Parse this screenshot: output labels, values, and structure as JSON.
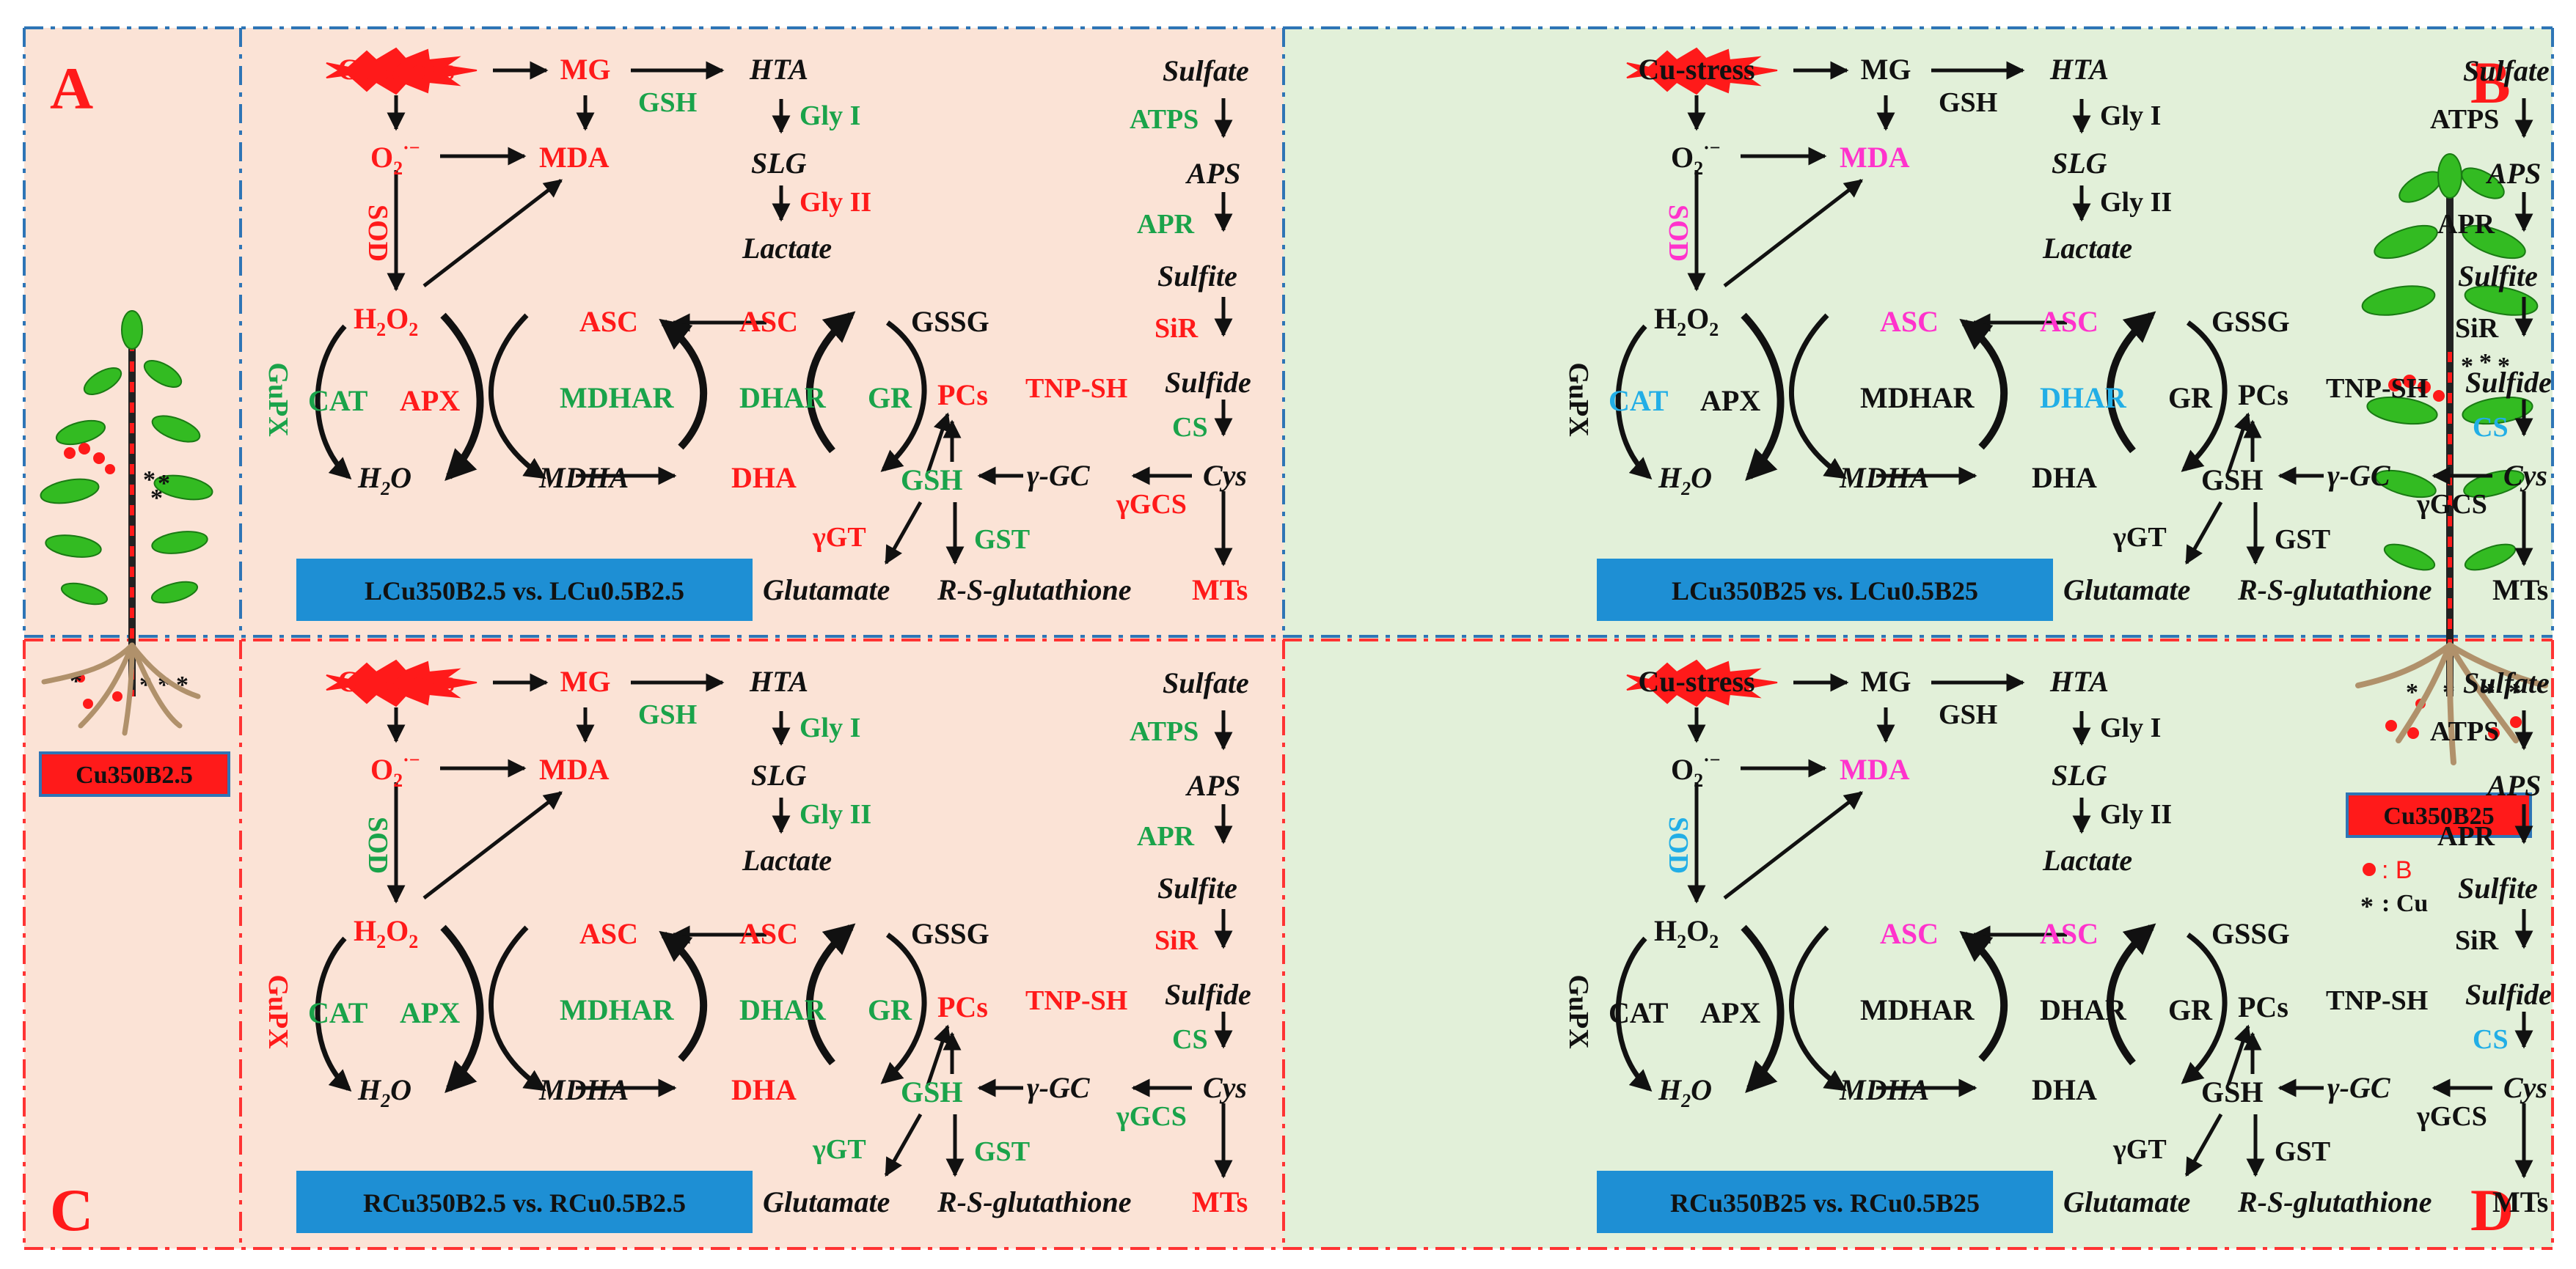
{
  "colors": {
    "red": "#ff1a1a",
    "green": "#1aa34a",
    "black": "#111111",
    "magenta": "#ff33cc",
    "cyan": "#22aee6",
    "bg_salmon": "#fbe3d6",
    "bg_green": "#e2f0d9",
    "label_blue": "#1e8fd4",
    "border_blue": "#2e75b6",
    "border_red": "#ff3333"
  },
  "legend": {
    "b": ": B",
    "cu": ": Cu"
  },
  "side_labels": {
    "left": "Cu350B2.5",
    "right": "Cu350B25"
  },
  "panels": [
    {
      "letter": "A",
      "comparison": "LCu350B2.5 vs. LCu0.5B2.5",
      "cols": {
        "custress": "red",
        "MG": "red",
        "GSH_MG": "green",
        "HTA": "black",
        "GlyI": "green",
        "SLG": "black",
        "GlyII": "red",
        "Lactate": "black",
        "O2": "red",
        "MDA": "red",
        "SOD": "red",
        "H2O2": "red",
        "GuPX": "green",
        "CAT": "green",
        "APX": "red",
        "H2O": "black",
        "ASC1": "red",
        "ASC2": "red",
        "MDHAR": "green",
        "DHAR": "green",
        "GR": "green",
        "MDHA": "black",
        "DHA": "red",
        "GSSG": "black",
        "PCs": "red",
        "GSH": "green",
        "gammaGC": "black",
        "gammaGT": "red",
        "GST": "green",
        "Glutamate": "black",
        "RSglut": "black",
        "Sulfate": "black",
        "ATPS": "green",
        "APS": "black",
        "APR": "green",
        "Sulfite": "black",
        "SiR": "red",
        "Sulfide": "black",
        "TNPSH": "red",
        "CS": "green",
        "Cys": "black",
        "gammaGCS": "red",
        "MTs": "red"
      }
    },
    {
      "letter": "B",
      "comparison": "LCu350B25 vs. LCu0.5B25",
      "cols": {
        "custress": "black",
        "MG": "black",
        "GSH_MG": "black",
        "HTA": "black",
        "GlyI": "black",
        "SLG": "black",
        "GlyII": "black",
        "Lactate": "black",
        "O2": "black",
        "MDA": "magenta",
        "SOD": "magenta",
        "H2O2": "black",
        "GuPX": "black",
        "CAT": "cyan",
        "APX": "black",
        "H2O": "black",
        "ASC1": "magenta",
        "ASC2": "magenta",
        "MDHAR": "black",
        "DHAR": "cyan",
        "GR": "black",
        "MDHA": "black",
        "DHA": "black",
        "GSSG": "black",
        "PCs": "black",
        "GSH": "black",
        "gammaGC": "black",
        "gammaGT": "black",
        "GST": "black",
        "Glutamate": "black",
        "RSglut": "black",
        "Sulfate": "black",
        "ATPS": "black",
        "APS": "black",
        "APR": "black",
        "Sulfite": "black",
        "SiR": "black",
        "Sulfide": "black",
        "TNPSH": "black",
        "CS": "cyan",
        "Cys": "black",
        "gammaGCS": "black",
        "MTs": "black"
      }
    },
    {
      "letter": "C",
      "comparison": "RCu350B2.5 vs. RCu0.5B2.5",
      "cols": {
        "custress": "red",
        "MG": "red",
        "GSH_MG": "green",
        "HTA": "black",
        "GlyI": "green",
        "SLG": "black",
        "GlyII": "green",
        "Lactate": "black",
        "O2": "red",
        "MDA": "red",
        "SOD": "green",
        "H2O2": "red",
        "GuPX": "red",
        "CAT": "green",
        "APX": "green",
        "H2O": "black",
        "ASC1": "red",
        "ASC2": "red",
        "MDHAR": "green",
        "DHAR": "green",
        "GR": "green",
        "MDHA": "black",
        "DHA": "red",
        "GSSG": "black",
        "PCs": "red",
        "GSH": "green",
        "gammaGC": "black",
        "gammaGT": "green",
        "GST": "green",
        "Glutamate": "black",
        "RSglut": "black",
        "Sulfate": "black",
        "ATPS": "green",
        "APS": "black",
        "APR": "green",
        "Sulfite": "black",
        "SiR": "red",
        "Sulfide": "black",
        "TNPSH": "red",
        "CS": "green",
        "Cys": "black",
        "gammaGCS": "green",
        "MTs": "red"
      }
    },
    {
      "letter": "D",
      "comparison": "RCu350B25 vs. RCu0.5B25",
      "cols": {
        "custress": "black",
        "MG": "black",
        "GSH_MG": "black",
        "HTA": "black",
        "GlyI": "black",
        "SLG": "black",
        "GlyII": "black",
        "Lactate": "black",
        "O2": "black",
        "MDA": "magenta",
        "SOD": "cyan",
        "H2O2": "black",
        "GuPX": "black",
        "CAT": "black",
        "APX": "black",
        "H2O": "black",
        "ASC1": "magenta",
        "ASC2": "magenta",
        "MDHAR": "black",
        "DHAR": "black",
        "GR": "black",
        "MDHA": "black",
        "DHA": "black",
        "GSSG": "black",
        "PCs": "black",
        "GSH": "black",
        "gammaGC": "black",
        "gammaGT": "black",
        "GST": "black",
        "Glutamate": "black",
        "RSglut": "black",
        "Sulfate": "black",
        "ATPS": "black",
        "APS": "black",
        "APR": "black",
        "Sulfite": "black",
        "SiR": "black",
        "Sulfide": "black",
        "TNPSH": "black",
        "CS": "cyan",
        "Cys": "black",
        "gammaGCS": "black",
        "MTs": "black"
      }
    }
  ]
}
